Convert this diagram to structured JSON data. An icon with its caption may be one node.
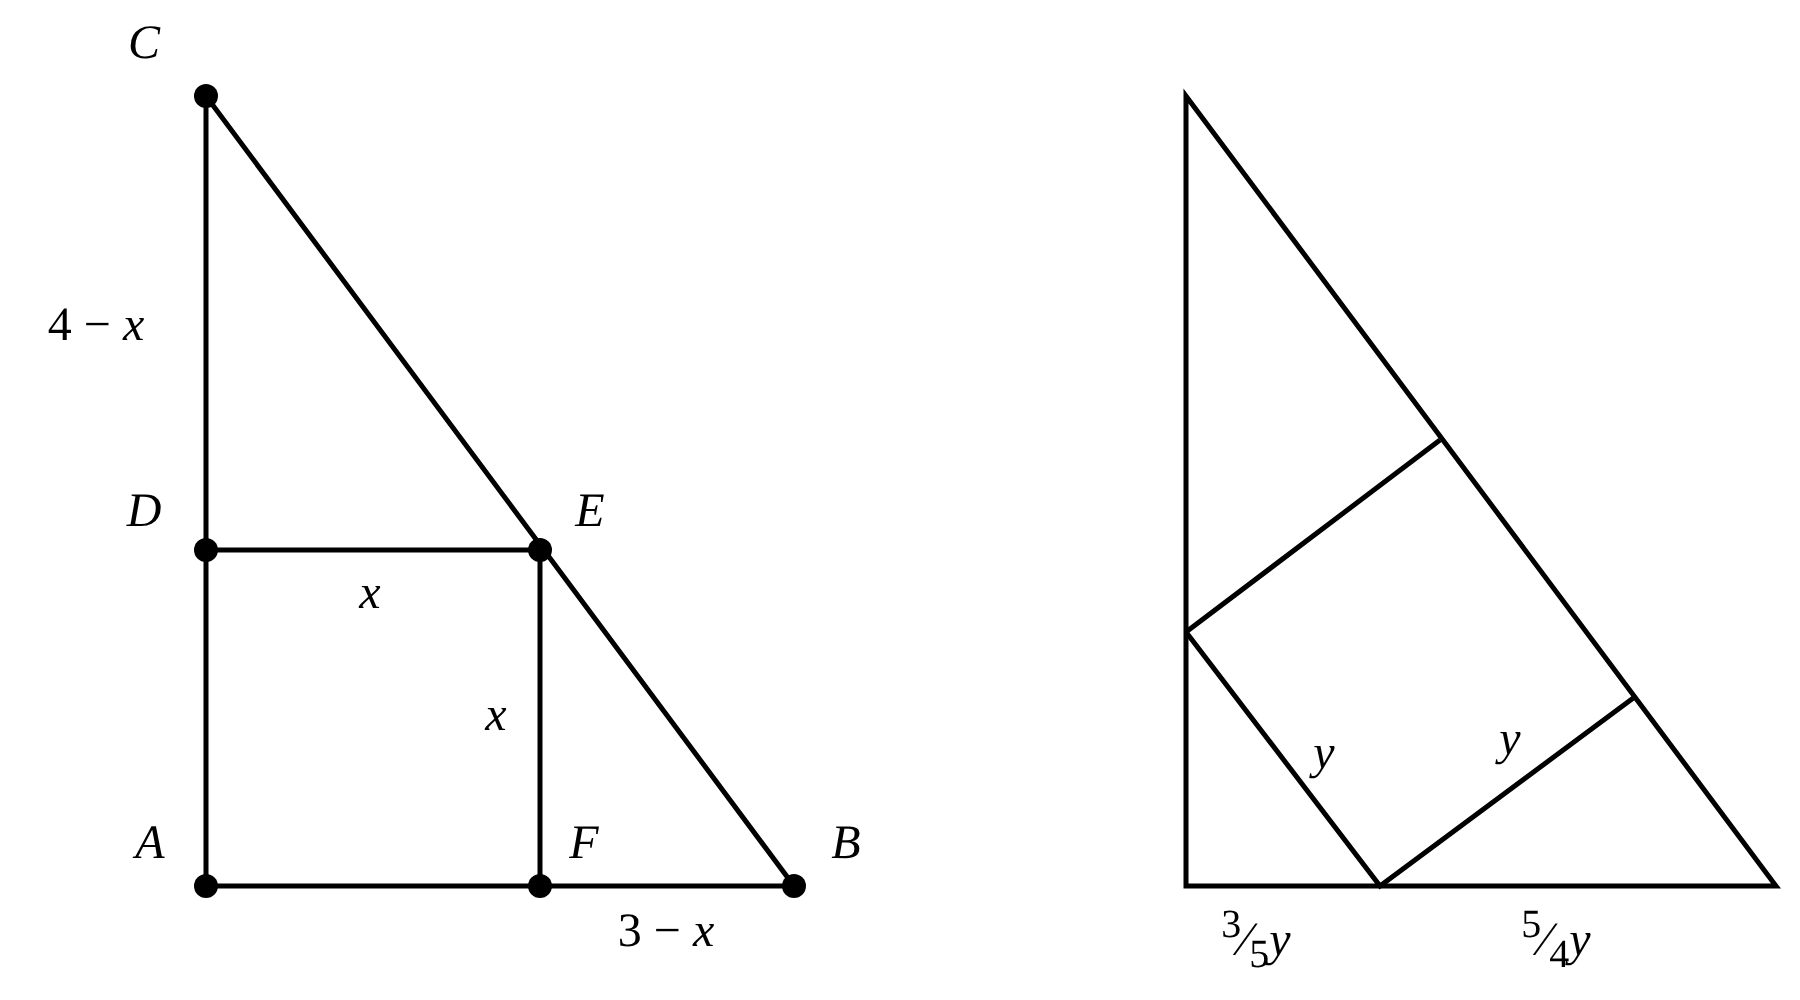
{
  "diagram": {
    "labels": [
      "C",
      "4 − *x*",
      "D",
      "E",
      "*x*",
      "*x*",
      "A",
      "F",
      "B",
      "3 − *x*",
      "*y*",
      "*y*",
      "$^{3}$⁄$_{5}$*y*",
      "$^{5}$⁄$_{4}$*y*"
    ]
  }
}
